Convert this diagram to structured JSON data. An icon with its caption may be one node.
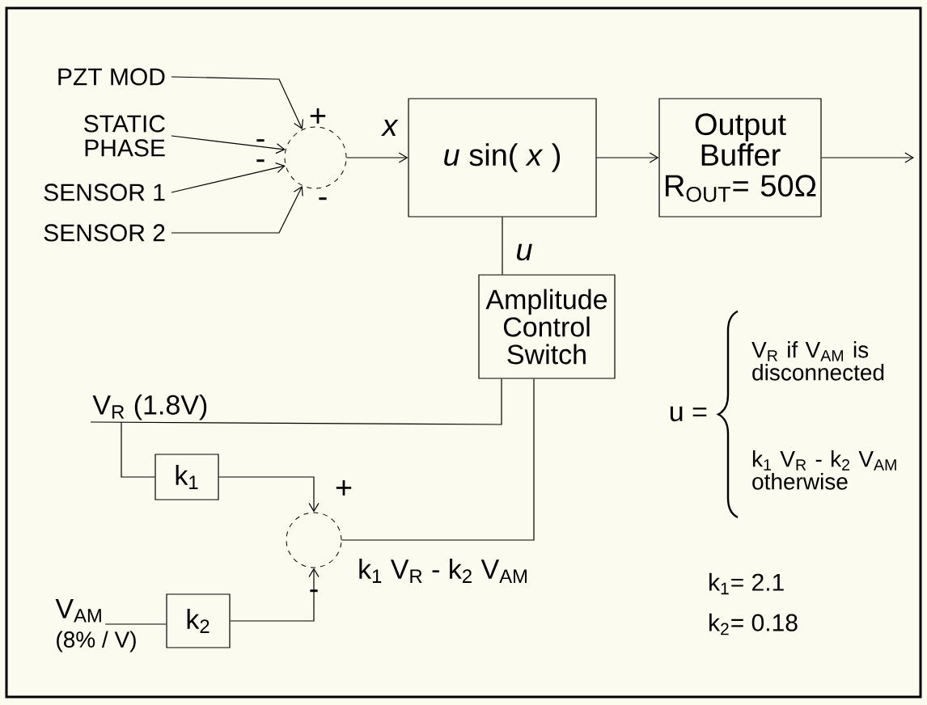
{
  "diagram": {
    "nodes": [
      {
        "text": [
          "PZT MOD"
        ]
      },
      {
        "text": [
          "STATIC PHASE"
        ]
      },
      {
        "text": [
          "SENSOR 1"
        ]
      },
      {
        "text": [
          "SENSOR 2"
        ]
      },
      {
        "text": [],
        "shape": "circle"
      },
      {
        "text": [
          "*u* sin( *x* )"
        ]
      },
      {
        "text": [
          "Output Buffer R$_{OUT}$= 50Ω"
        ]
      },
      {
        "text": [
          "Amplitude Control Switch"
        ]
      },
      {
        "text": [
          "V$_{R}$ (1.8V)"
        ]
      },
      {
        "text": [
          "k$_{1}$"
        ]
      },
      {
        "text": [
          "V$_{AM}$"
        ],
        "beside": [
          "(8% / V)"
        ]
      },
      {
        "text": [
          "k$_{2}$"
        ]
      },
      {
        "text": [],
        "shape": "circle"
      }
    ],
    "edges": [
      {
        "from": 0,
        "to": 4,
        "arrow": "to"
      },
      {
        "from": 1,
        "to": 4,
        "arrow": "to"
      },
      {
        "from": 2,
        "to": 4,
        "arrow": "to"
      },
      {
        "from": 3,
        "to": 4,
        "arrow": "to"
      },
      {
        "from": 4,
        "to": 5,
        "arrow": "to",
        "label": "x"
      },
      {
        "from": 5,
        "to": 6,
        "arrow": "to"
      },
      {
        "from": 6,
        "to": null,
        "arrow": "to"
      },
      {
        "from": 7,
        "to": 5,
        "arrow": "none",
        "label": "u"
      },
      {
        "from": 8,
        "to": 7,
        "arrow": "none"
      },
      {
        "from": 8,
        "to": 9,
        "arrow": "none"
      },
      {
        "from": 9,
        "to": 12,
        "arrow": "to"
      },
      {
        "from": 10,
        "to": 11,
        "arrow": "none"
      },
      {
        "from": 11,
        "to": 12,
        "arrow": "to"
      },
      {
        "from": 12,
        "to": 7,
        "arrow": "none",
        "label": "k$_{1}$ V$_{R}$ - k$_{2}$ V$_{AM}$"
      }
    ],
    "labels": [
      "+",
      "-",
      "-",
      "-",
      "+",
      "-",
      "u =",
      "V$_{R}$ if V$_{AM}$ is disconnected",
      "k$_{1}$ V$_{R}$ - k$_{2}$ V$_{AM}$ otherwise",
      "k$_{1}$= 2.1",
      "k$_{2}$= 0.18"
    ]
  }
}
